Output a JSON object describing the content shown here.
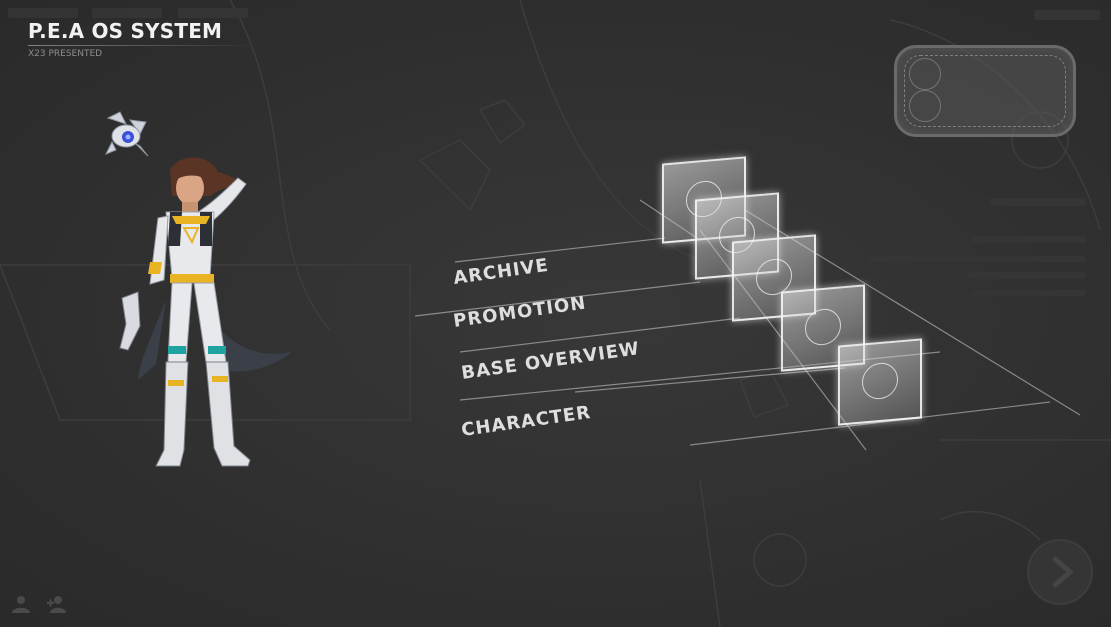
{
  "header": {
    "title": "P.E.A OS SYSTEM",
    "subtitle": "X23 PRESENTED"
  },
  "menu": {
    "items": [
      {
        "id": "archive",
        "label": "ARCHIVE"
      },
      {
        "id": "promotion",
        "label": "PROMOTION"
      },
      {
        "id": "base-overview",
        "label": "BASE OVERVIEW"
      },
      {
        "id": "character",
        "label": "CHARACTER"
      }
    ]
  },
  "colors": {
    "background": "#2f2f2f",
    "text_primary": "#f2f2f2",
    "text_muted": "#8d8d8d",
    "suit_accent": "#e8b423",
    "drone_accent": "#3b4fd8"
  },
  "icons": {
    "bottom_left": [
      "group-icon",
      "add-user-icon"
    ],
    "bottom_right": "next-arrow-icon"
  }
}
